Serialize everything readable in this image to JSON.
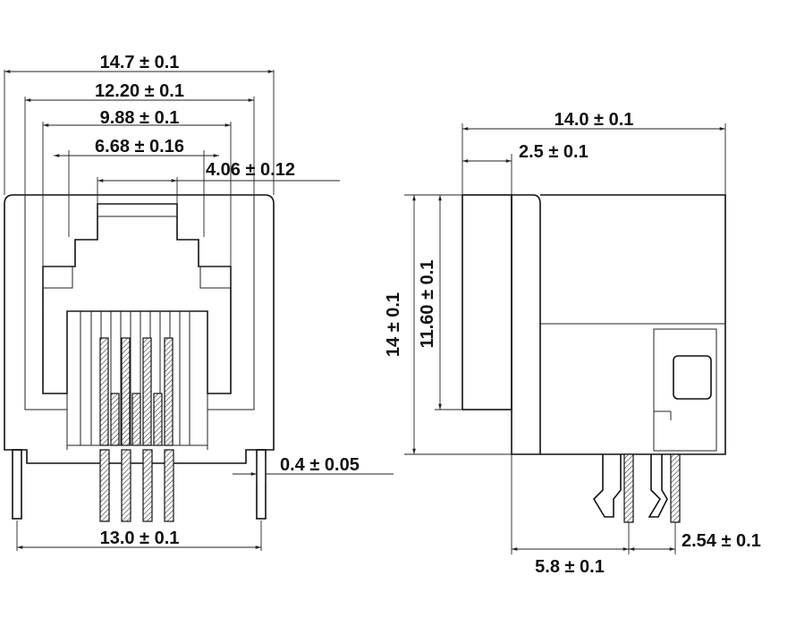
{
  "front_view": {
    "dims": {
      "overall_width": "14.7 ± 0.1",
      "inner_width": "12.20 ± 0.1",
      "cavity_width": "9.88 ± 0.1",
      "contact_span": "6.68 ± 0.16",
      "top_opening": "4.06 ± 0.12",
      "pin_width": "0.4 ± 0.05",
      "pin_span": "13.0 ± 0.1"
    }
  },
  "side_view": {
    "dims": {
      "depth": "14.0 ± 0.1",
      "front_offset": "2.5 ± 0.1",
      "overall_height": "14 ± 0.1",
      "body_height": "11.60 ± 0.1",
      "pin_offset": "5.8 ± 0.1",
      "pin_pitch": "2.54 ± 0.1"
    }
  }
}
